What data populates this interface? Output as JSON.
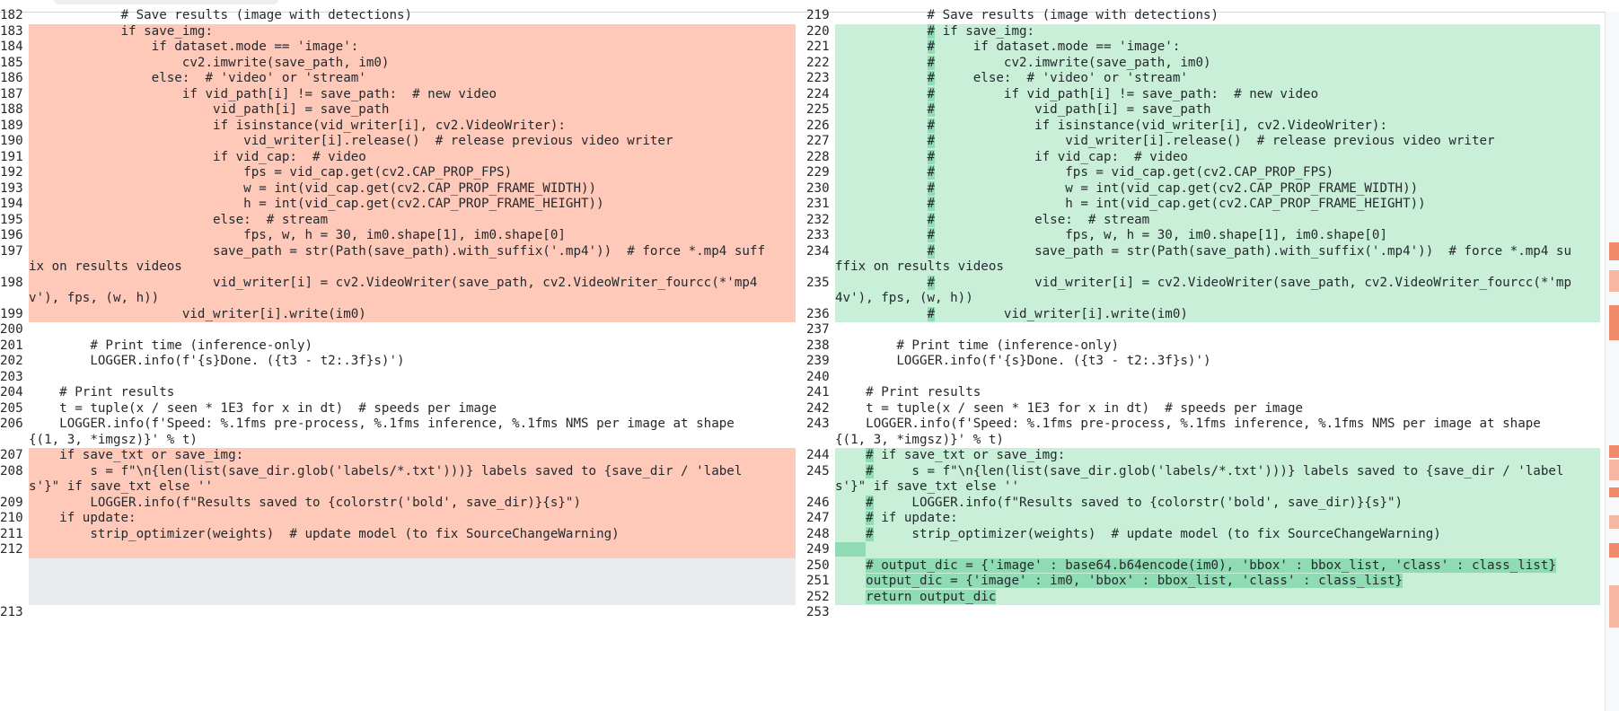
{
  "colors": {
    "removed": "#ffc9b9",
    "added": "#c9efd9",
    "added_highlight": "#8fdcb4",
    "blank_filler": "#e8ebed",
    "minimap_marker": "#f08a6a"
  },
  "left": [
    {
      "n": "182",
      "t": "            # Save results (image with detections)",
      "k": ""
    },
    {
      "n": "183",
      "t": "            if save_img:",
      "k": "removed"
    },
    {
      "n": "184",
      "t": "                if dataset.mode == 'image':",
      "k": "removed"
    },
    {
      "n": "185",
      "t": "                    cv2.imwrite(save_path, im0)",
      "k": "removed"
    },
    {
      "n": "186",
      "t": "                else:  # 'video' or 'stream'",
      "k": "removed"
    },
    {
      "n": "187",
      "t": "                    if vid_path[i] != save_path:  # new video",
      "k": "removed"
    },
    {
      "n": "188",
      "t": "                        vid_path[i] = save_path",
      "k": "removed"
    },
    {
      "n": "189",
      "t": "                        if isinstance(vid_writer[i], cv2.VideoWriter):",
      "k": "removed"
    },
    {
      "n": "190",
      "t": "                            vid_writer[i].release()  # release previous video writer",
      "k": "removed"
    },
    {
      "n": "191",
      "t": "                        if vid_cap:  # video",
      "k": "removed"
    },
    {
      "n": "192",
      "t": "                            fps = vid_cap.get(cv2.CAP_PROP_FPS)",
      "k": "removed"
    },
    {
      "n": "193",
      "t": "                            w = int(vid_cap.get(cv2.CAP_PROP_FRAME_WIDTH))",
      "k": "removed"
    },
    {
      "n": "194",
      "t": "                            h = int(vid_cap.get(cv2.CAP_PROP_FRAME_HEIGHT))",
      "k": "removed"
    },
    {
      "n": "195",
      "t": "                        else:  # stream",
      "k": "removed"
    },
    {
      "n": "196",
      "t": "                            fps, w, h = 30, im0.shape[1], im0.shape[0]",
      "k": "removed"
    },
    {
      "n": "197",
      "t": "                        save_path = str(Path(save_path).with_suffix('.mp4'))  # force *.mp4 suff\nix on results videos",
      "k": "removed"
    },
    {
      "n": "198",
      "t": "                        vid_writer[i] = cv2.VideoWriter(save_path, cv2.VideoWriter_fourcc(*'mp4\nv'), fps, (w, h))",
      "k": "removed"
    },
    {
      "n": "199",
      "t": "                    vid_writer[i].write(im0)",
      "k": "removed"
    },
    {
      "n": "200",
      "t": "",
      "k": ""
    },
    {
      "n": "201",
      "t": "        # Print time (inference-only)",
      "k": ""
    },
    {
      "n": "202",
      "t": "        LOGGER.info(f'{s}Done. ({t3 - t2:.3f}s)')",
      "k": ""
    },
    {
      "n": "203",
      "t": "",
      "k": ""
    },
    {
      "n": "204",
      "t": "    # Print results",
      "k": ""
    },
    {
      "n": "205",
      "t": "    t = tuple(x / seen * 1E3 for x in dt)  # speeds per image",
      "k": ""
    },
    {
      "n": "206",
      "t": "    LOGGER.info(f'Speed: %.1fms pre-process, %.1fms inference, %.1fms NMS per image at shape\n{(1, 3, *imgsz)}' % t)",
      "k": ""
    },
    {
      "n": "207",
      "t": "    if save_txt or save_img:",
      "k": "removed"
    },
    {
      "n": "208",
      "t": "        s = f\"\\n{len(list(save_dir.glob('labels/*.txt')))} labels saved to {save_dir / 'label\ns'}\" if save_txt else ''",
      "k": "removed"
    },
    {
      "n": "209",
      "t": "        LOGGER.info(f\"Results saved to {colorstr('bold', save_dir)}{s}\")",
      "k": "removed"
    },
    {
      "n": "210",
      "t": "    if update:",
      "k": "removed"
    },
    {
      "n": "211",
      "t": "        strip_optimizer(weights)  # update model (to fix SourceChangeWarning)",
      "k": "removed"
    },
    {
      "n": "212",
      "t": "",
      "k": "removed"
    },
    {
      "n": "",
      "t": "",
      "k": "pad",
      "h": 3
    },
    {
      "n": "213",
      "t": "",
      "k": ""
    }
  ],
  "right": [
    {
      "n": "219",
      "t": "            # Save results (image with detections)",
      "k": ""
    },
    {
      "n": "220",
      "t": "            # if save_img:",
      "k": "added",
      "hl": 1
    },
    {
      "n": "221",
      "t": "            #     if dataset.mode == 'image':",
      "k": "added",
      "hl": 1
    },
    {
      "n": "222",
      "t": "            #         cv2.imwrite(save_path, im0)",
      "k": "added",
      "hl": 1
    },
    {
      "n": "223",
      "t": "            #     else:  # 'video' or 'stream'",
      "k": "added",
      "hl": 1
    },
    {
      "n": "224",
      "t": "            #         if vid_path[i] != save_path:  # new video",
      "k": "added",
      "hl": 1
    },
    {
      "n": "225",
      "t": "            #             vid_path[i] = save_path",
      "k": "added",
      "hl": 1
    },
    {
      "n": "226",
      "t": "            #             if isinstance(vid_writer[i], cv2.VideoWriter):",
      "k": "added",
      "hl": 1
    },
    {
      "n": "227",
      "t": "            #                 vid_writer[i].release()  # release previous video writer",
      "k": "added",
      "hl": 1
    },
    {
      "n": "228",
      "t": "            #             if vid_cap:  # video",
      "k": "added",
      "hl": 1
    },
    {
      "n": "229",
      "t": "            #                 fps = vid_cap.get(cv2.CAP_PROP_FPS)",
      "k": "added",
      "hl": 1
    },
    {
      "n": "230",
      "t": "            #                 w = int(vid_cap.get(cv2.CAP_PROP_FRAME_WIDTH))",
      "k": "added",
      "hl": 1
    },
    {
      "n": "231",
      "t": "            #                 h = int(vid_cap.get(cv2.CAP_PROP_FRAME_HEIGHT))",
      "k": "added",
      "hl": 1
    },
    {
      "n": "232",
      "t": "            #             else:  # stream",
      "k": "added",
      "hl": 1
    },
    {
      "n": "233",
      "t": "            #                 fps, w, h = 30, im0.shape[1], im0.shape[0]",
      "k": "added",
      "hl": 1
    },
    {
      "n": "234",
      "t": "            #             save_path = str(Path(save_path).with_suffix('.mp4'))  # force *.mp4 su\nffix on results videos",
      "k": "added",
      "hl": 1
    },
    {
      "n": "235",
      "t": "            #             vid_writer[i] = cv2.VideoWriter(save_path, cv2.VideoWriter_fourcc(*'mp\n4v'), fps, (w, h))",
      "k": "added",
      "hl": 1
    },
    {
      "n": "236",
      "t": "            #         vid_writer[i].write(im0)",
      "k": "added",
      "hl": 1
    },
    {
      "n": "237",
      "t": "",
      "k": ""
    },
    {
      "n": "238",
      "t": "        # Print time (inference-only)",
      "k": ""
    },
    {
      "n": "239",
      "t": "        LOGGER.info(f'{s}Done. ({t3 - t2:.3f}s)')",
      "k": ""
    },
    {
      "n": "240",
      "t": "",
      "k": ""
    },
    {
      "n": "241",
      "t": "    # Print results",
      "k": ""
    },
    {
      "n": "242",
      "t": "    t = tuple(x / seen * 1E3 for x in dt)  # speeds per image",
      "k": ""
    },
    {
      "n": "243",
      "t": "    LOGGER.info(f'Speed: %.1fms pre-process, %.1fms inference, %.1fms NMS per image at shape\n{(1, 3, *imgsz)}' % t)",
      "k": ""
    },
    {
      "n": "244",
      "t": "    # if save_txt or save_img:",
      "k": "added",
      "hl": 1
    },
    {
      "n": "245",
      "t": "    #     s = f\"\\n{len(list(save_dir.glob('labels/*.txt')))} labels saved to {save_dir / 'label\ns'}\" if save_txt else ''",
      "k": "added",
      "hl": 1
    },
    {
      "n": "246",
      "t": "    #     LOGGER.info(f\"Results saved to {colorstr('bold', save_dir)}{s}\")",
      "k": "added",
      "hl": 1
    },
    {
      "n": "247",
      "t": "    # if update:",
      "k": "added",
      "hl": 1
    },
    {
      "n": "248",
      "t": "    #     strip_optimizer(weights)  # update model (to fix SourceChangeWarning)",
      "k": "added",
      "hl": 1
    },
    {
      "n": "249",
      "t": "",
      "k": "added",
      "hl": 2
    },
    {
      "n": "250",
      "t": "    # output_dic = {'image' : base64.b64encode(im0), 'bbox' : bbox_list, 'class' : class_list}",
      "k": "added",
      "hl": 3
    },
    {
      "n": "251",
      "t": "    output_dic = {'image' : im0, 'bbox' : bbox_list, 'class' : class_list}",
      "k": "added",
      "hl": 3
    },
    {
      "n": "252",
      "t": "    return output_dic",
      "k": "added",
      "hl": 3
    },
    {
      "n": "253",
      "t": "",
      "k": ""
    }
  ],
  "minimap": [
    {
      "top": 0.33,
      "len": 0.025,
      "light": false
    },
    {
      "top": 0.37,
      "len": 0.03,
      "light": true
    },
    {
      "top": 0.42,
      "len": 0.05,
      "light": false
    },
    {
      "top": 0.62,
      "len": 0.018,
      "light": false
    },
    {
      "top": 0.64,
      "len": 0.03,
      "light": true
    },
    {
      "top": 0.68,
      "len": 0.015,
      "light": false
    },
    {
      "top": 0.72,
      "len": 0.02,
      "light": true
    },
    {
      "top": 0.76,
      "len": 0.02,
      "light": false
    },
    {
      "top": 0.82,
      "len": 0.06,
      "light": true
    }
  ]
}
